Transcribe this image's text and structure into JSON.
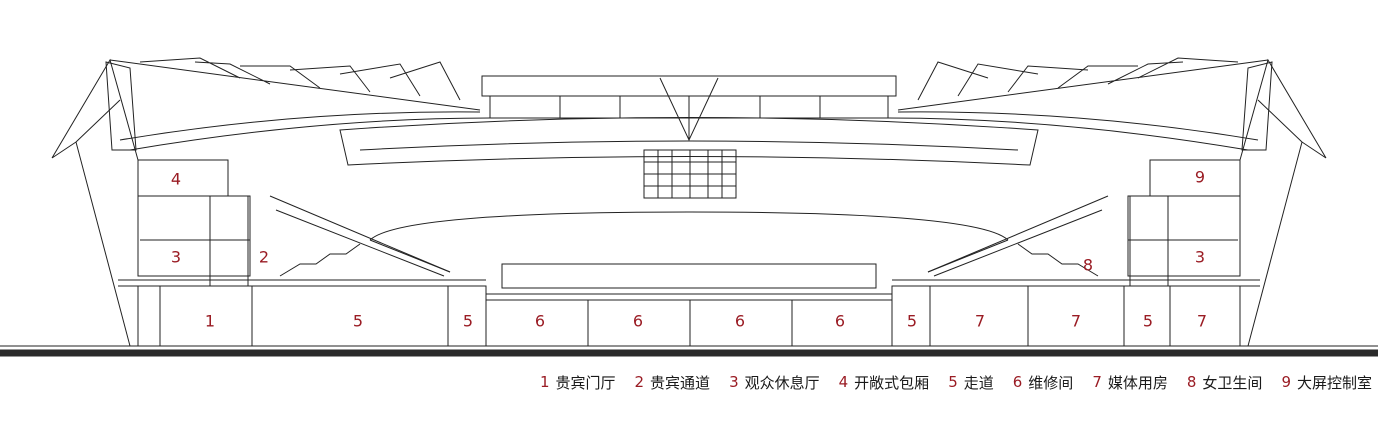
{
  "diagram": {
    "zone_labels": [
      {
        "num": "4",
        "zone": "left-upper-box"
      },
      {
        "num": "3",
        "zone": "left-mid-box"
      },
      {
        "num": "2",
        "zone": "left-passage"
      },
      {
        "num": "1",
        "zone": "left-ground"
      },
      {
        "num": "5",
        "zone": "left-corridor-wide"
      },
      {
        "num": "5",
        "zone": "left-corridor-narrow"
      },
      {
        "num": "6",
        "zone": "bay-1"
      },
      {
        "num": "6",
        "zone": "bay-2"
      },
      {
        "num": "6",
        "zone": "bay-3"
      },
      {
        "num": "6",
        "zone": "bay-4"
      },
      {
        "num": "5",
        "zone": "right-corridor-narrow"
      },
      {
        "num": "7",
        "zone": "right-media-1"
      },
      {
        "num": "7",
        "zone": "right-media-2"
      },
      {
        "num": "5",
        "zone": "right-corridor-2"
      },
      {
        "num": "7",
        "zone": "right-media-3"
      },
      {
        "num": "8",
        "zone": "right-restroom"
      },
      {
        "num": "3",
        "zone": "right-mid-box"
      },
      {
        "num": "9",
        "zone": "right-upper-box"
      }
    ]
  },
  "legend": [
    {
      "num": "1",
      "label": "贵宾门厅"
    },
    {
      "num": "2",
      "label": "贵宾通道"
    },
    {
      "num": "3",
      "label": "观众休息厅"
    },
    {
      "num": "4",
      "label": "开敞式包厢"
    },
    {
      "num": "5",
      "label": "走道"
    },
    {
      "num": "6",
      "label": "维修间"
    },
    {
      "num": "7",
      "label": "媒体用房"
    },
    {
      "num": "8",
      "label": "女卫生间"
    },
    {
      "num": "9",
      "label": "大屏控制室"
    }
  ],
  "colors": {
    "line": "#222222",
    "label_red": "#9a1c24",
    "ground": "#2a2a2a"
  }
}
